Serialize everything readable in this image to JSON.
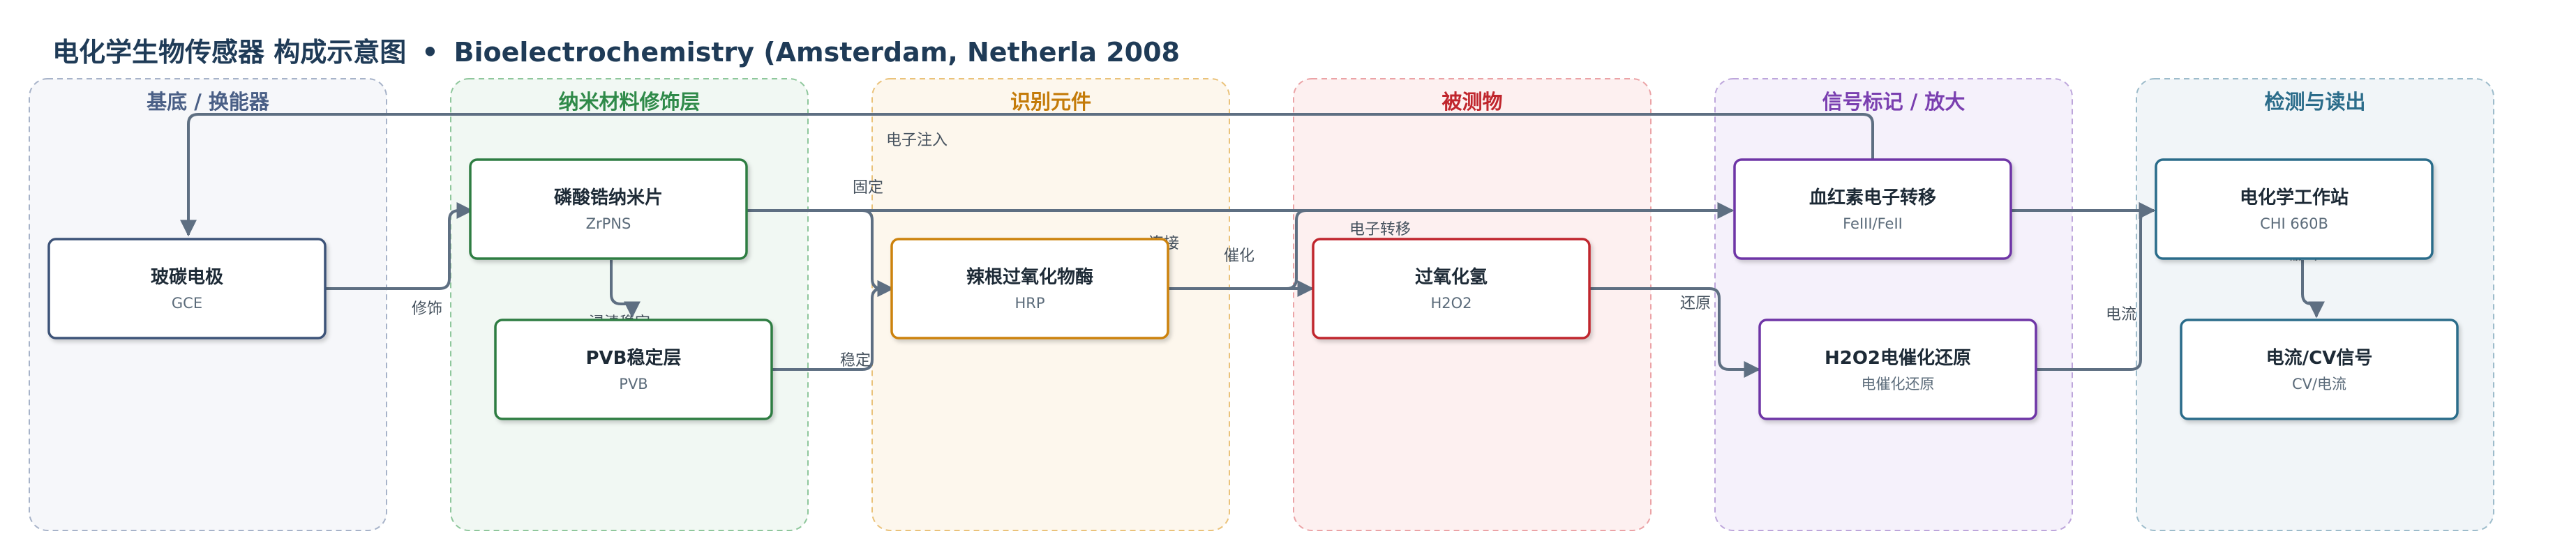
{
  "title": {
    "zh": "电化学生物传感器 构成示意图",
    "separator": "•",
    "en": "Bioelectrochemistry (Amsterdam, Netherla 2008"
  },
  "lanes": [
    {
      "id": "substrate",
      "label": "基底 / 换能器",
      "color": "#4a5f86"
    },
    {
      "id": "nano",
      "label": "纳米材料修饰层",
      "color": "#2f8a49"
    },
    {
      "id": "recog",
      "label": "识别元件",
      "color": "#c47b09"
    },
    {
      "id": "analyte",
      "label": "被测物",
      "color": "#c0262d"
    },
    {
      "id": "signal",
      "label": "信号标记 / 放大",
      "color": "#7a3fb0"
    },
    {
      "id": "readout",
      "label": "检测与读出",
      "color": "#2b6c8a"
    }
  ],
  "nodes": [
    {
      "id": "gce",
      "title": "玻碳电极",
      "subtitle": "GCE",
      "color": "#3d5378"
    },
    {
      "id": "zrpns",
      "title": "磷酸锆纳米片",
      "subtitle": "ZrPNS",
      "color": "#2e7d43"
    },
    {
      "id": "pvb",
      "title": "PVB稳定层",
      "subtitle": "PVB",
      "color": "#2e7d43"
    },
    {
      "id": "hrp",
      "title": "辣根过氧化物酶",
      "subtitle": "HRP",
      "color": "#cc8208"
    },
    {
      "id": "h2o2",
      "title": "过氧化氢",
      "subtitle": "H2O2",
      "color": "#c0262d"
    },
    {
      "id": "hemin",
      "title": "血红素电子转移",
      "subtitle": "FeIII/FeII",
      "color": "#6e35a6"
    },
    {
      "id": "reduction",
      "title": "H2O2电催化还原",
      "subtitle": "电催化还原",
      "color": "#6e35a6"
    },
    {
      "id": "chi",
      "title": "电化学工作站",
      "subtitle": "CHI 660B",
      "color": "#2b6c8a"
    },
    {
      "id": "cv",
      "title": "电流/CV信号",
      "subtitle": "CV/电流",
      "color": "#2b6c8a"
    }
  ],
  "edges": [
    {
      "id": "modify",
      "label": "修饰"
    },
    {
      "id": "immerse",
      "label": "浸渍稳定"
    },
    {
      "id": "fix",
      "label": "固定"
    },
    {
      "id": "stabilize",
      "label": "稳定"
    },
    {
      "id": "connect",
      "label": "连接"
    },
    {
      "id": "catalyze",
      "label": "催化"
    },
    {
      "id": "etransfer",
      "label": "电子转移"
    },
    {
      "id": "reduce",
      "label": "还原"
    },
    {
      "id": "current",
      "label": "电流"
    },
    {
      "id": "output",
      "label": "输出"
    },
    {
      "id": "inject",
      "label": "电子注入"
    }
  ]
}
